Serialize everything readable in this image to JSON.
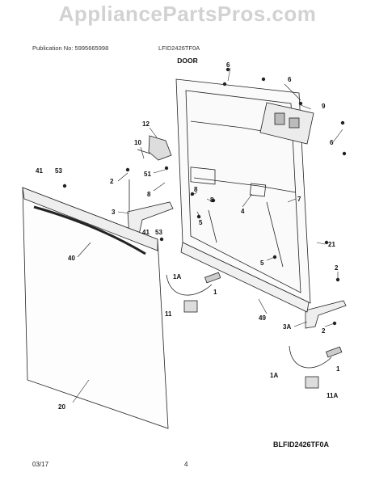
{
  "watermark": "AppliancePartsPros.com",
  "header": {
    "publication": "Publication No: 5995665998",
    "model": "LFID2426TF0A"
  },
  "title": "DOOR",
  "diagram_code": "BLFID2426TF0A",
  "footer": {
    "date": "03/17",
    "page": "4"
  },
  "labels": [
    {
      "id": "6a",
      "text": "6"
    },
    {
      "id": "6b",
      "text": "6"
    },
    {
      "id": "6c",
      "text": "6"
    },
    {
      "id": "9",
      "text": "9"
    },
    {
      "id": "12",
      "text": "12"
    },
    {
      "id": "10",
      "text": "10"
    },
    {
      "id": "41a",
      "text": "41"
    },
    {
      "id": "53a",
      "text": "53"
    },
    {
      "id": "2a",
      "text": "2"
    },
    {
      "id": "51",
      "text": "51"
    },
    {
      "id": "8a",
      "text": "8"
    },
    {
      "id": "8b",
      "text": "8"
    },
    {
      "id": "8c",
      "text": "8"
    },
    {
      "id": "7",
      "text": "7"
    },
    {
      "id": "4",
      "text": "4"
    },
    {
      "id": "5a",
      "text": "5"
    },
    {
      "id": "3",
      "text": "3"
    },
    {
      "id": "41b",
      "text": "41"
    },
    {
      "id": "53b",
      "text": "53"
    },
    {
      "id": "40",
      "text": "40"
    },
    {
      "id": "21",
      "text": "21"
    },
    {
      "id": "5b",
      "text": "5"
    },
    {
      "id": "2b",
      "text": "2"
    },
    {
      "id": "1Aa",
      "text": "1A"
    },
    {
      "id": "1a",
      "text": "1"
    },
    {
      "id": "11",
      "text": "11"
    },
    {
      "id": "49",
      "text": "49"
    },
    {
      "id": "3A",
      "text": "3A"
    },
    {
      "id": "2c",
      "text": "2"
    },
    {
      "id": "1Ab",
      "text": "1A"
    },
    {
      "id": "1b",
      "text": "1"
    },
    {
      "id": "11A",
      "text": "11A"
    },
    {
      "id": "20",
      "text": "20"
    }
  ]
}
